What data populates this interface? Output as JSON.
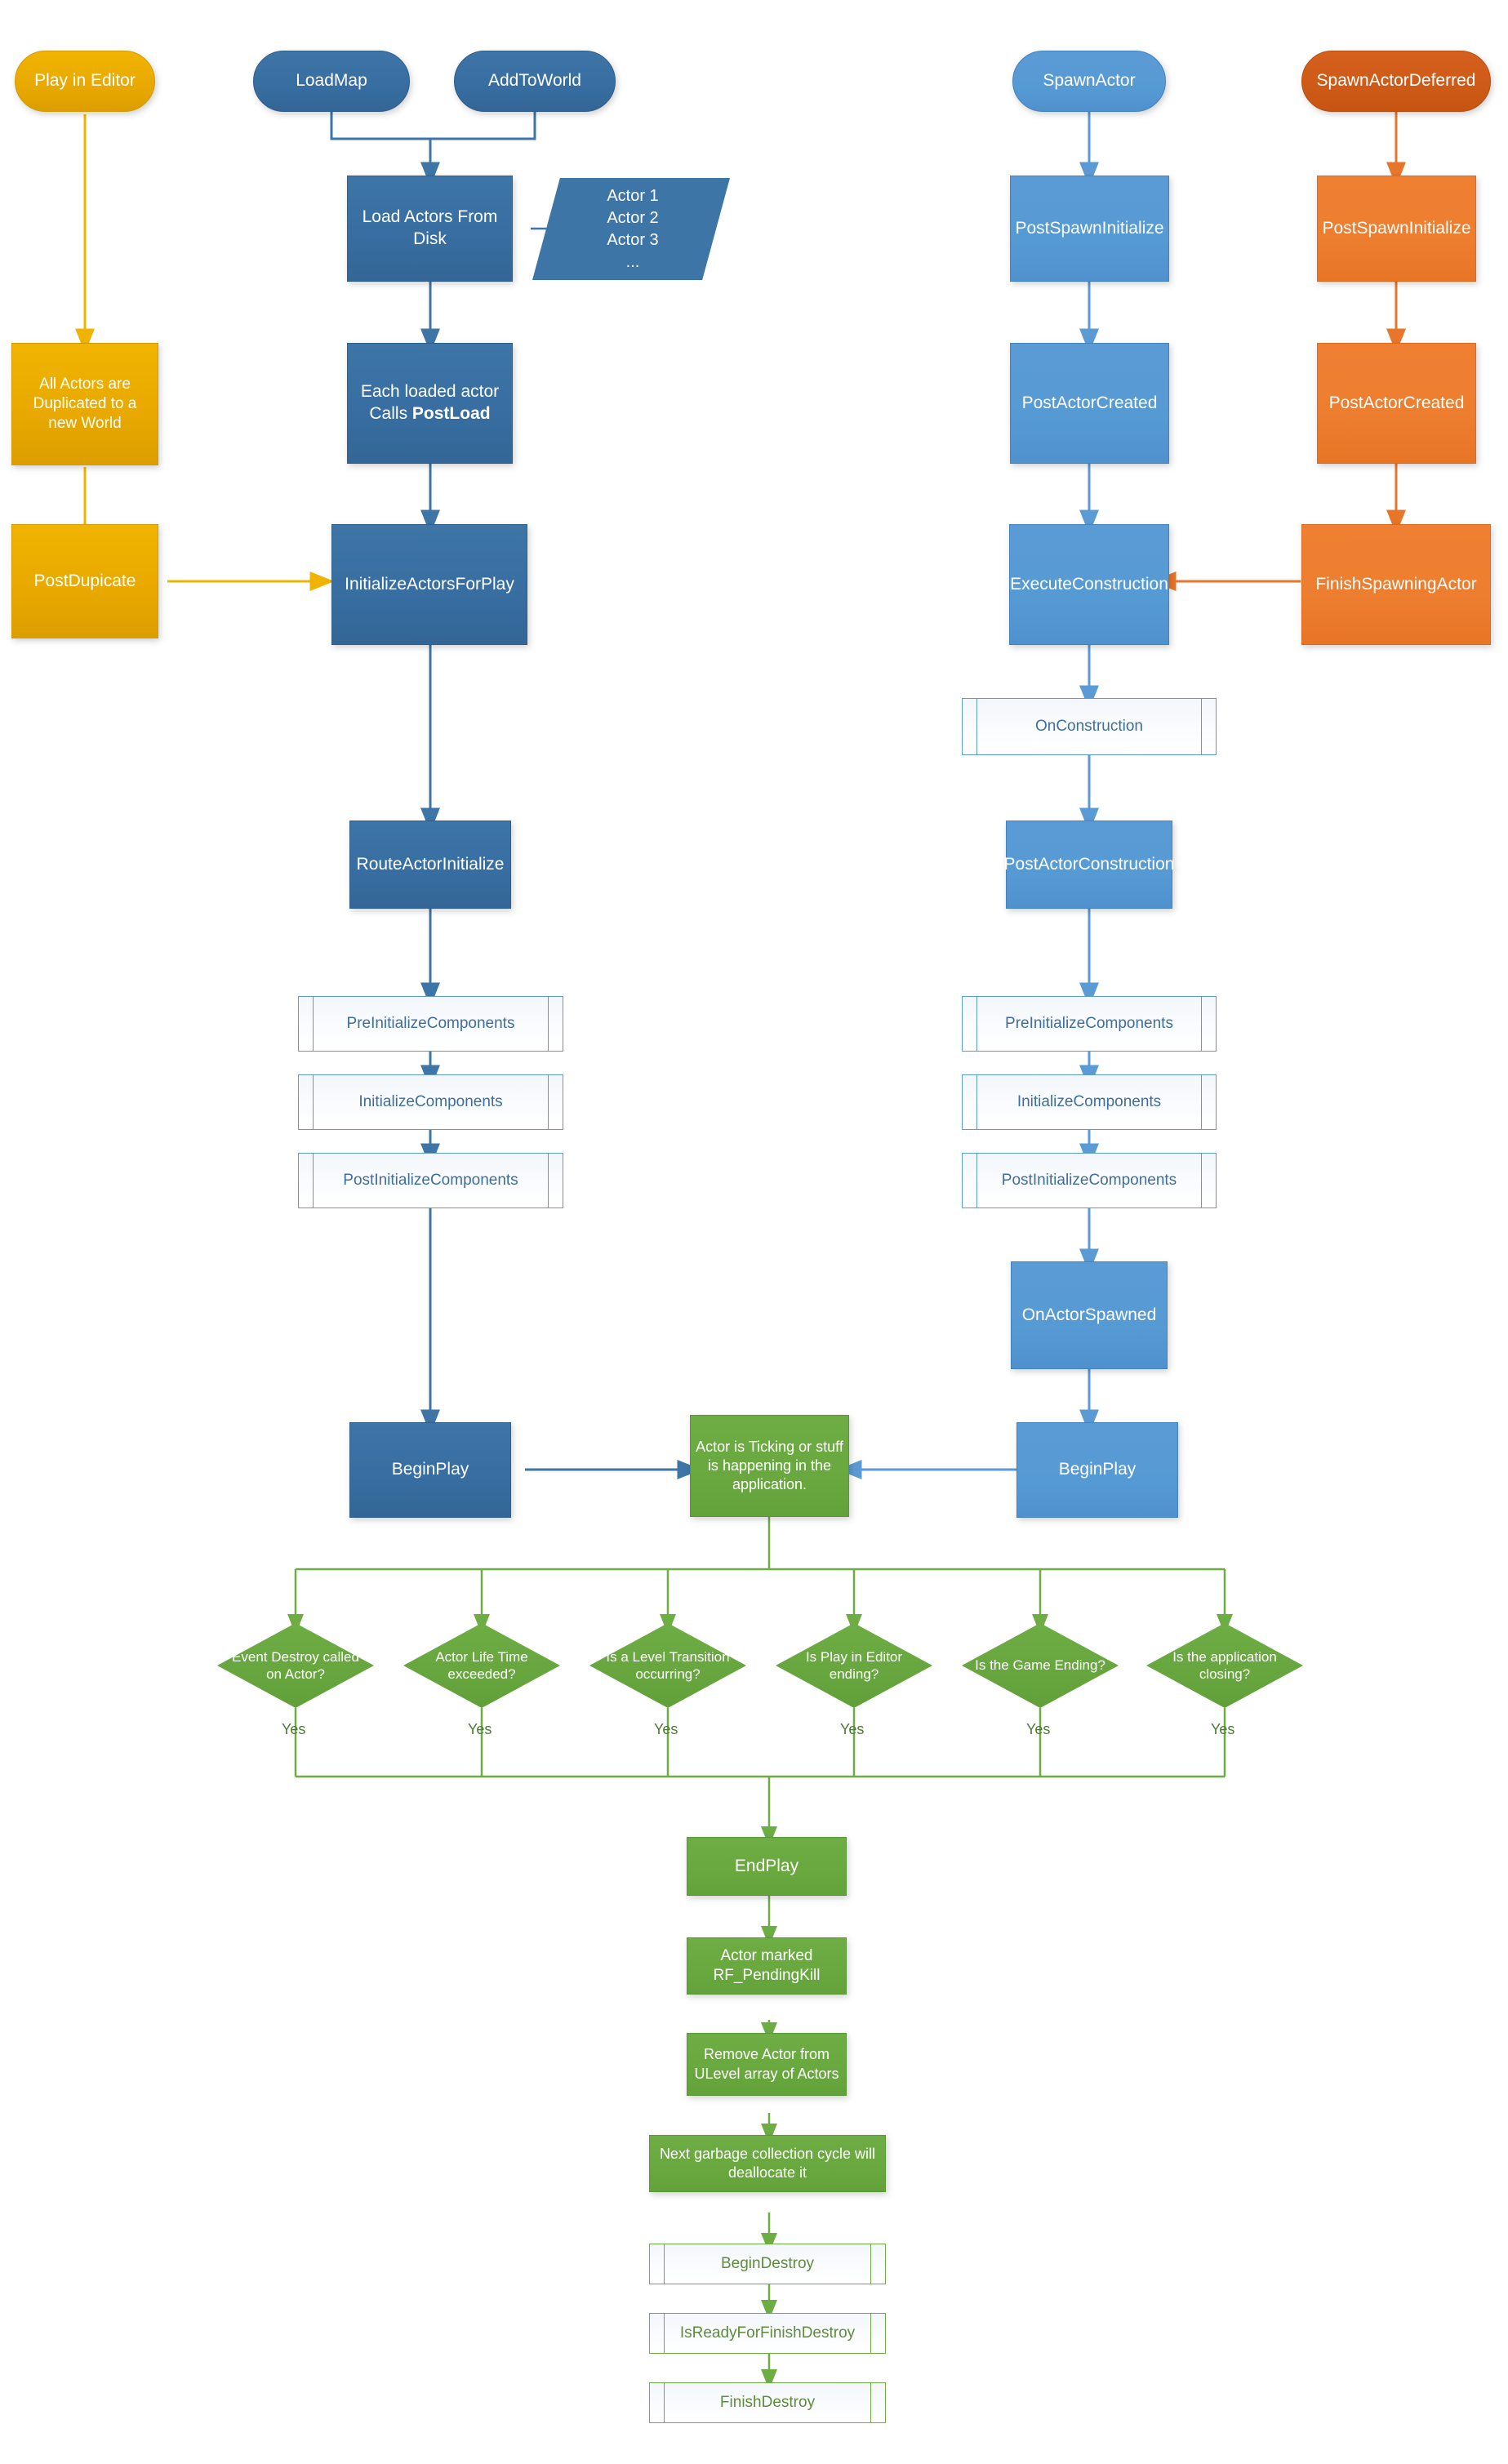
{
  "diagram": {
    "title": "Unreal Engine Actor Lifecycle Flowchart",
    "colors": {
      "gold": "#e9a900",
      "dark_blue": "#376da0",
      "mid_blue": "#5b9bd5",
      "orange": "#ed7d2f",
      "orange_dark": "#ce5a17",
      "green": "#69a83f",
      "subprocess_fill": "#fbfcfe"
    }
  },
  "nodes": {
    "play_in_editor": "Play in Editor",
    "load_map": "LoadMap",
    "add_to_world": "AddToWorld",
    "spawn_actor": "SpawnActor",
    "spawn_actor_deferred": "SpawnActorDeferred",
    "load_actors_from_disk": "Load Actors From Disk",
    "actor_list": "Actor 1\nActor 2\nActor 3\n...",
    "post_spawn_initialize_a": "PostSpawnInitialize",
    "post_spawn_initialize_b": "PostSpawnInitialize",
    "all_actors_duplicated": "All Actors are Duplicated to a new World",
    "each_loaded_actor_pre": "Each loaded actor",
    "each_loaded_actor_calls": "Calls ",
    "each_loaded_actor_bold": "PostLoad",
    "post_actor_created_a": "PostActorCreated",
    "post_actor_created_b": "PostActorCreated",
    "post_duplicate": "PostDupicate",
    "initialize_actors_for_play": "InitializeActorsForPlay",
    "execute_construction": "ExecuteConstruction",
    "finish_spawning_actor": "FinishSpawningActor",
    "on_construction": "OnConstruction",
    "route_actor_initialize": "RouteActorInitialize",
    "post_actor_construction": "PostActorConstruction",
    "pre_initialize_components_l": "PreInitializeComponents",
    "initialize_components_l": "InitializeComponents",
    "post_initialize_components_l": "PostInitializeComponents",
    "pre_initialize_components_r": "PreInitializeComponents",
    "initialize_components_r": "InitializeComponents",
    "post_initialize_components_r": "PostInitializeComponents",
    "on_actor_spawned": "OnActorSpawned",
    "begin_play_left": "BeginPlay",
    "begin_play_right": "BeginPlay",
    "actor_is_ticking": "Actor is Ticking or stuff is happening in the application.",
    "end_play": "EndPlay",
    "actor_marked_pending_kill": "Actor marked RF_PendingKill",
    "remove_actor_from_ulevel": "Remove Actor from ULevel array of Actors",
    "next_gc_cycle": "Next garbage collection cycle will deallocate it",
    "begin_destroy": "BeginDestroy",
    "is_ready_for_finish_destroy": "IsReadyForFinishDestroy",
    "finish_destroy": "FinishDestroy"
  },
  "decisions": [
    {
      "label": "Event Destroy called on Actor?",
      "yes": "Yes"
    },
    {
      "label": "Actor Life Time exceeded?",
      "yes": "Yes"
    },
    {
      "label": "Is a Level Transition occurring?",
      "yes": "Yes"
    },
    {
      "label": "Is Play in Editor ending?",
      "yes": "Yes"
    },
    {
      "label": "Is the Game Ending?",
      "yes": "Yes"
    },
    {
      "label": "Is the application closing?",
      "yes": "Yes"
    }
  ]
}
